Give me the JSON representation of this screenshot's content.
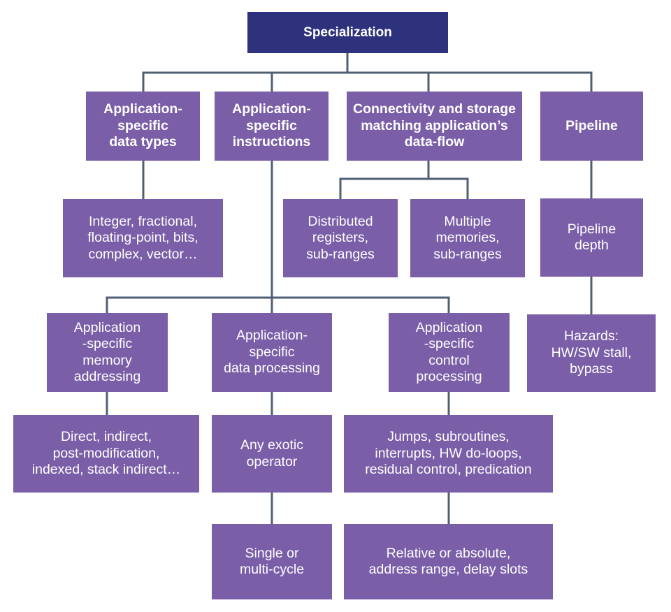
{
  "diagram": {
    "root": {
      "label": "Specialization"
    },
    "data_types": {
      "label": "Application-\nspecific\ndata types",
      "detail": "Integer, fractional,\nfloating-point, bits,\ncomplex, vector…"
    },
    "instructions": {
      "label": "Application-\nspecific\ninstructions",
      "memory_addressing": {
        "label": "Application\n-specific\nmemory\naddressing",
        "detail": "Direct, indirect,\npost-modification,\nindexed, stack indirect…"
      },
      "data_processing": {
        "label": "Application-\nspecific\ndata processing",
        "detail": "Any exotic\noperator",
        "detail2": "Single or\nmulti-cycle"
      },
      "control_processing": {
        "label": "Application\n-specific\ncontrol\nprocessing",
        "detail": "Jumps, subroutines,\ninterrupts, HW do-loops,\nresidual control, predication",
        "detail2": "Relative or absolute,\naddress range, delay slots"
      }
    },
    "connectivity": {
      "label": "Connectivity and storage\nmatching application’s\ndata-flow",
      "registers": "Distributed\nregisters,\nsub-ranges",
      "memories": "Multiple\nmemories,\nsub-ranges"
    },
    "pipeline": {
      "label": "Pipeline",
      "depth": "Pipeline\ndepth",
      "hazards": "Hazards:\nHW/SW stall,\nbypass"
    }
  },
  "colors": {
    "root_fill": "#2e317c",
    "node_fill": "#7b5ea8",
    "connector": "#4f5f73",
    "text": "#ffffff"
  }
}
